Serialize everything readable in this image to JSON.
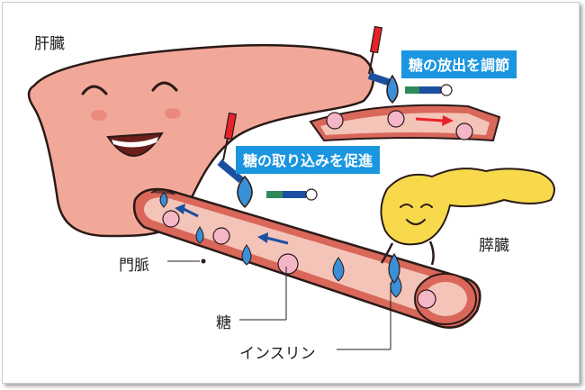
{
  "labels": {
    "liver": "肝臓",
    "pancreas": "膵臓",
    "portal_vein": "門脈",
    "glucose": "糖",
    "insulin": "インスリン"
  },
  "callouts": {
    "release": "糖の放出を調節",
    "uptake": "糖の取り込みを促進"
  },
  "colors": {
    "liver": "#f2a898",
    "vessel": "#d9675a",
    "lumen": "#f4c4b8",
    "pancreas": "#f7d94b",
    "glucose_cell": "#f5b6c8",
    "insulin_drop": "#3a8fd6",
    "callout_bg": "#1a96e0",
    "uptake_arrow": "#1c4fa0",
    "release_arrow": "#e8222a"
  }
}
